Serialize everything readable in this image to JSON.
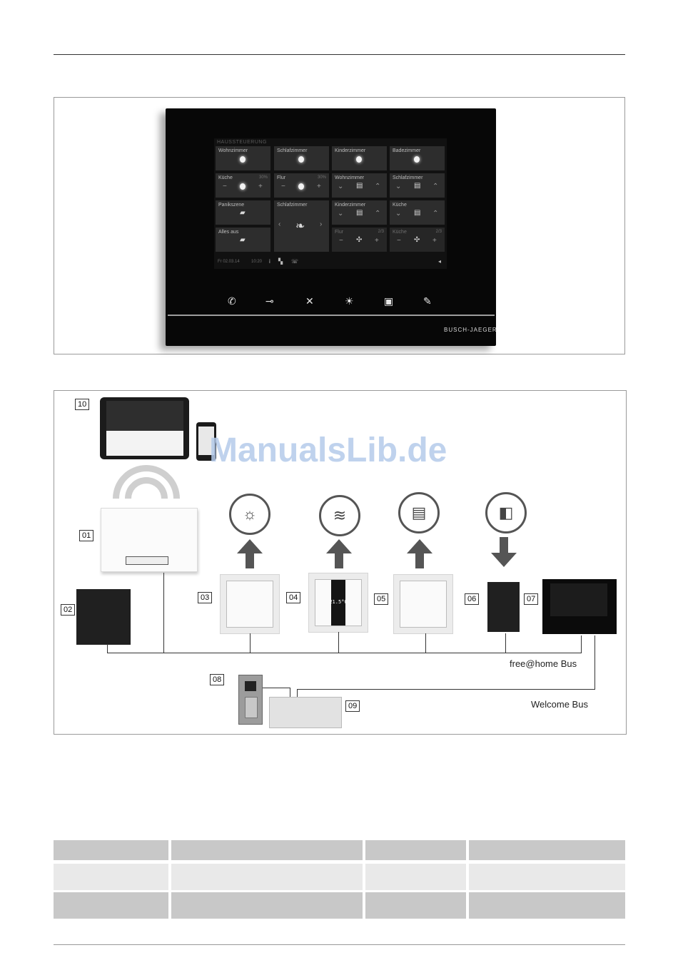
{
  "figure1": {
    "screen_title": "HAUSSTEUERUNG",
    "tiles": [
      {
        "label": "Wohnzimmer",
        "type": "light"
      },
      {
        "label": "Schlafzimmer",
        "type": "light"
      },
      {
        "label": "Kinderzimmer",
        "type": "light"
      },
      {
        "label": "Badezimmer",
        "type": "light"
      },
      {
        "label": "Küche",
        "type": "dimmer",
        "percent": "30%"
      },
      {
        "label": "Flur",
        "type": "dimmer",
        "percent": "30%"
      },
      {
        "label": "Wohnzimmer",
        "type": "blind"
      },
      {
        "label": "Schlafzimmer",
        "type": "blind"
      },
      {
        "label": "Panikszene",
        "type": "scene"
      },
      {
        "label": "Schlafzimmer",
        "type": "climate"
      },
      {
        "label": "Kinderzimmer",
        "type": "blind"
      },
      {
        "label": "Küche",
        "type": "blind"
      },
      {
        "label": "Alles aus",
        "type": "scene"
      },
      {
        "label": "Flur",
        "type": "fan",
        "percent": "2/3"
      },
      {
        "label": "Küche",
        "type": "fan",
        "percent": "2/3"
      }
    ],
    "status": {
      "date": "Fr 02.03.14",
      "time": "10:20"
    },
    "brand": "BUSCH-JAEGER"
  },
  "figure2": {
    "labels": {
      "n01": "01",
      "n02": "02",
      "n03": "03",
      "n04": "04",
      "n05": "05",
      "n06": "06",
      "n07": "07",
      "n08": "08",
      "n09": "09",
      "n10": "10"
    },
    "thermostat_display": "21.5°C",
    "bus_freeathome": "free@home Bus",
    "bus_welcome": "Welcome Bus",
    "watermark": "ManualsLib.de"
  },
  "table": {
    "rows": [
      [
        "",
        "",
        "",
        ""
      ],
      [
        "",
        "",
        "",
        ""
      ],
      [
        "",
        "",
        "",
        ""
      ]
    ]
  }
}
